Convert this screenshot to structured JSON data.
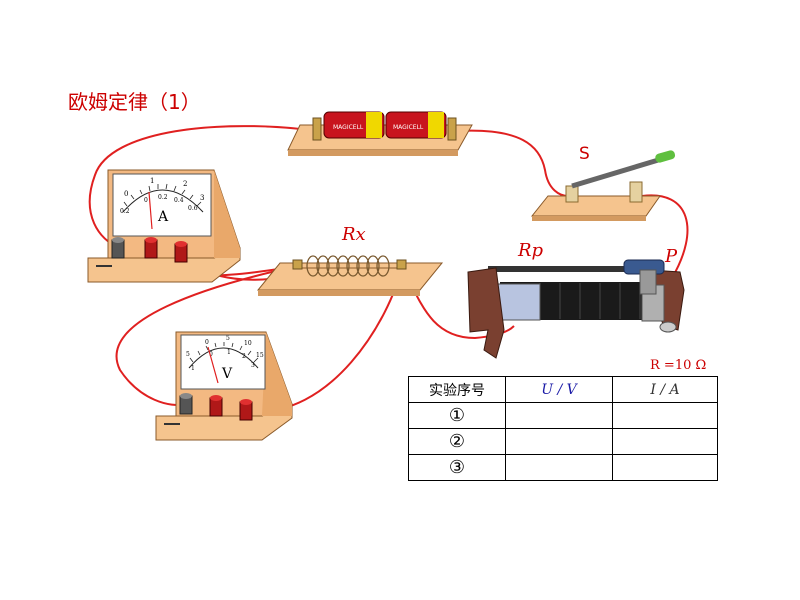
{
  "title": "欧姆定律（1）",
  "labels": {
    "rx": "Rx",
    "rp": "Rp",
    "p": "P",
    "s": "S",
    "r_note": "R =10 Ω"
  },
  "ammeter": {
    "symbol": "A",
    "upper_scale": [
      "0",
      "1",
      "2",
      "3"
    ],
    "lower_scale": [
      "0.2",
      "0",
      "0.2",
      "0.4",
      "0.6"
    ]
  },
  "voltmeter": {
    "symbol": "V",
    "upper_scale": [
      "5",
      "0",
      "5",
      "10",
      "15"
    ],
    "lower_scale": [
      "1",
      "0",
      "1",
      "2",
      "3"
    ]
  },
  "battery_text": "MAGICELL",
  "table": {
    "headers": [
      "实验序号",
      "U / V",
      "I / A"
    ],
    "rows": [
      {
        "no": "①",
        "u": "",
        "i": ""
      },
      {
        "no": "②",
        "u": "",
        "i": ""
      },
      {
        "no": "③",
        "u": "",
        "i": ""
      }
    ]
  },
  "colors": {
    "wire": "#e02020",
    "base": "#f5c48e",
    "label": "#cc0000"
  }
}
